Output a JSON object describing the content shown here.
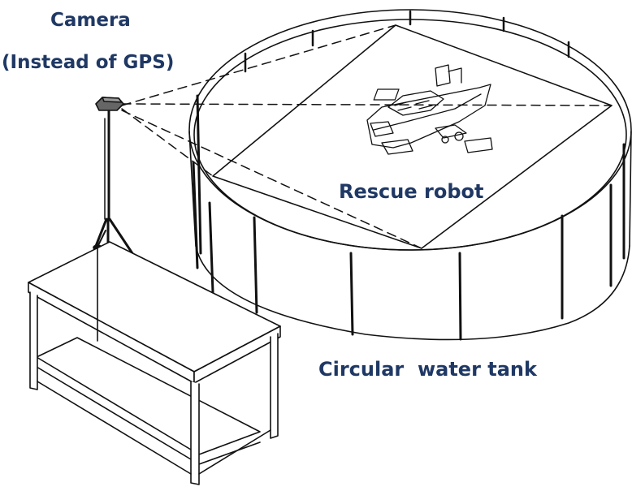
{
  "labels": {
    "camera": "Camera",
    "camera_note": "(Instead of GPS)",
    "robot": "Rescue robot",
    "tank": "Circular  water tank"
  },
  "colors": {
    "label": "#1f3864",
    "line": "#111111",
    "background": "#ffffff"
  },
  "icons": {
    "camera": "camera-icon",
    "robot": "boat-robot-icon"
  }
}
